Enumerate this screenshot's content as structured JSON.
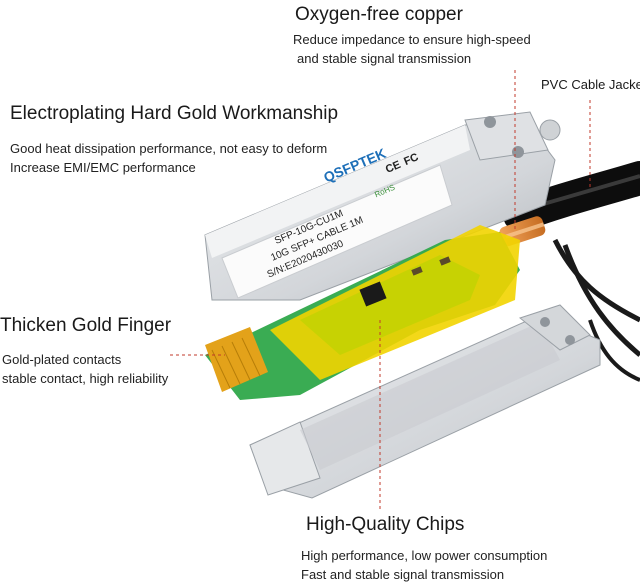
{
  "callouts": {
    "copper": {
      "title": "Oxygen-free copper",
      "lines": [
        "Reduce impedance to ensure high-speed",
        "and stable signal transmission"
      ]
    },
    "jacket": {
      "title": "PVC Cable Jacket"
    },
    "gold_workmanship": {
      "title": "Electroplating Hard Gold Workmanship",
      "lines": [
        "Good heat dissipation performance, not easy to deform",
        "Increase EMI/EMC performance"
      ]
    },
    "gold_finger": {
      "title": "Thicken Gold Finger",
      "lines": [
        "Gold-plated contacts",
        "stable contact, high reliability"
      ]
    },
    "chips": {
      "title": "High-Quality Chips",
      "lines": [
        "High performance, low power consumption",
        "Fast and stable signal transmission"
      ]
    }
  },
  "product_label": {
    "brand": "QSFPTEK",
    "model": "SFP-10G-CU1M",
    "desc": "10G SFP+ CABLE 1M",
    "serial": "S/N:E2020430030",
    "marks": [
      "CE",
      "FC",
      "RoHS"
    ]
  },
  "colors": {
    "pcb_yellow": "#f2d400",
    "pcb_green": "#2fa84a",
    "gold": "#e3a21a",
    "metal": "#d7d9dc",
    "cable": "#111111",
    "leader_red": "#c0392b"
  }
}
